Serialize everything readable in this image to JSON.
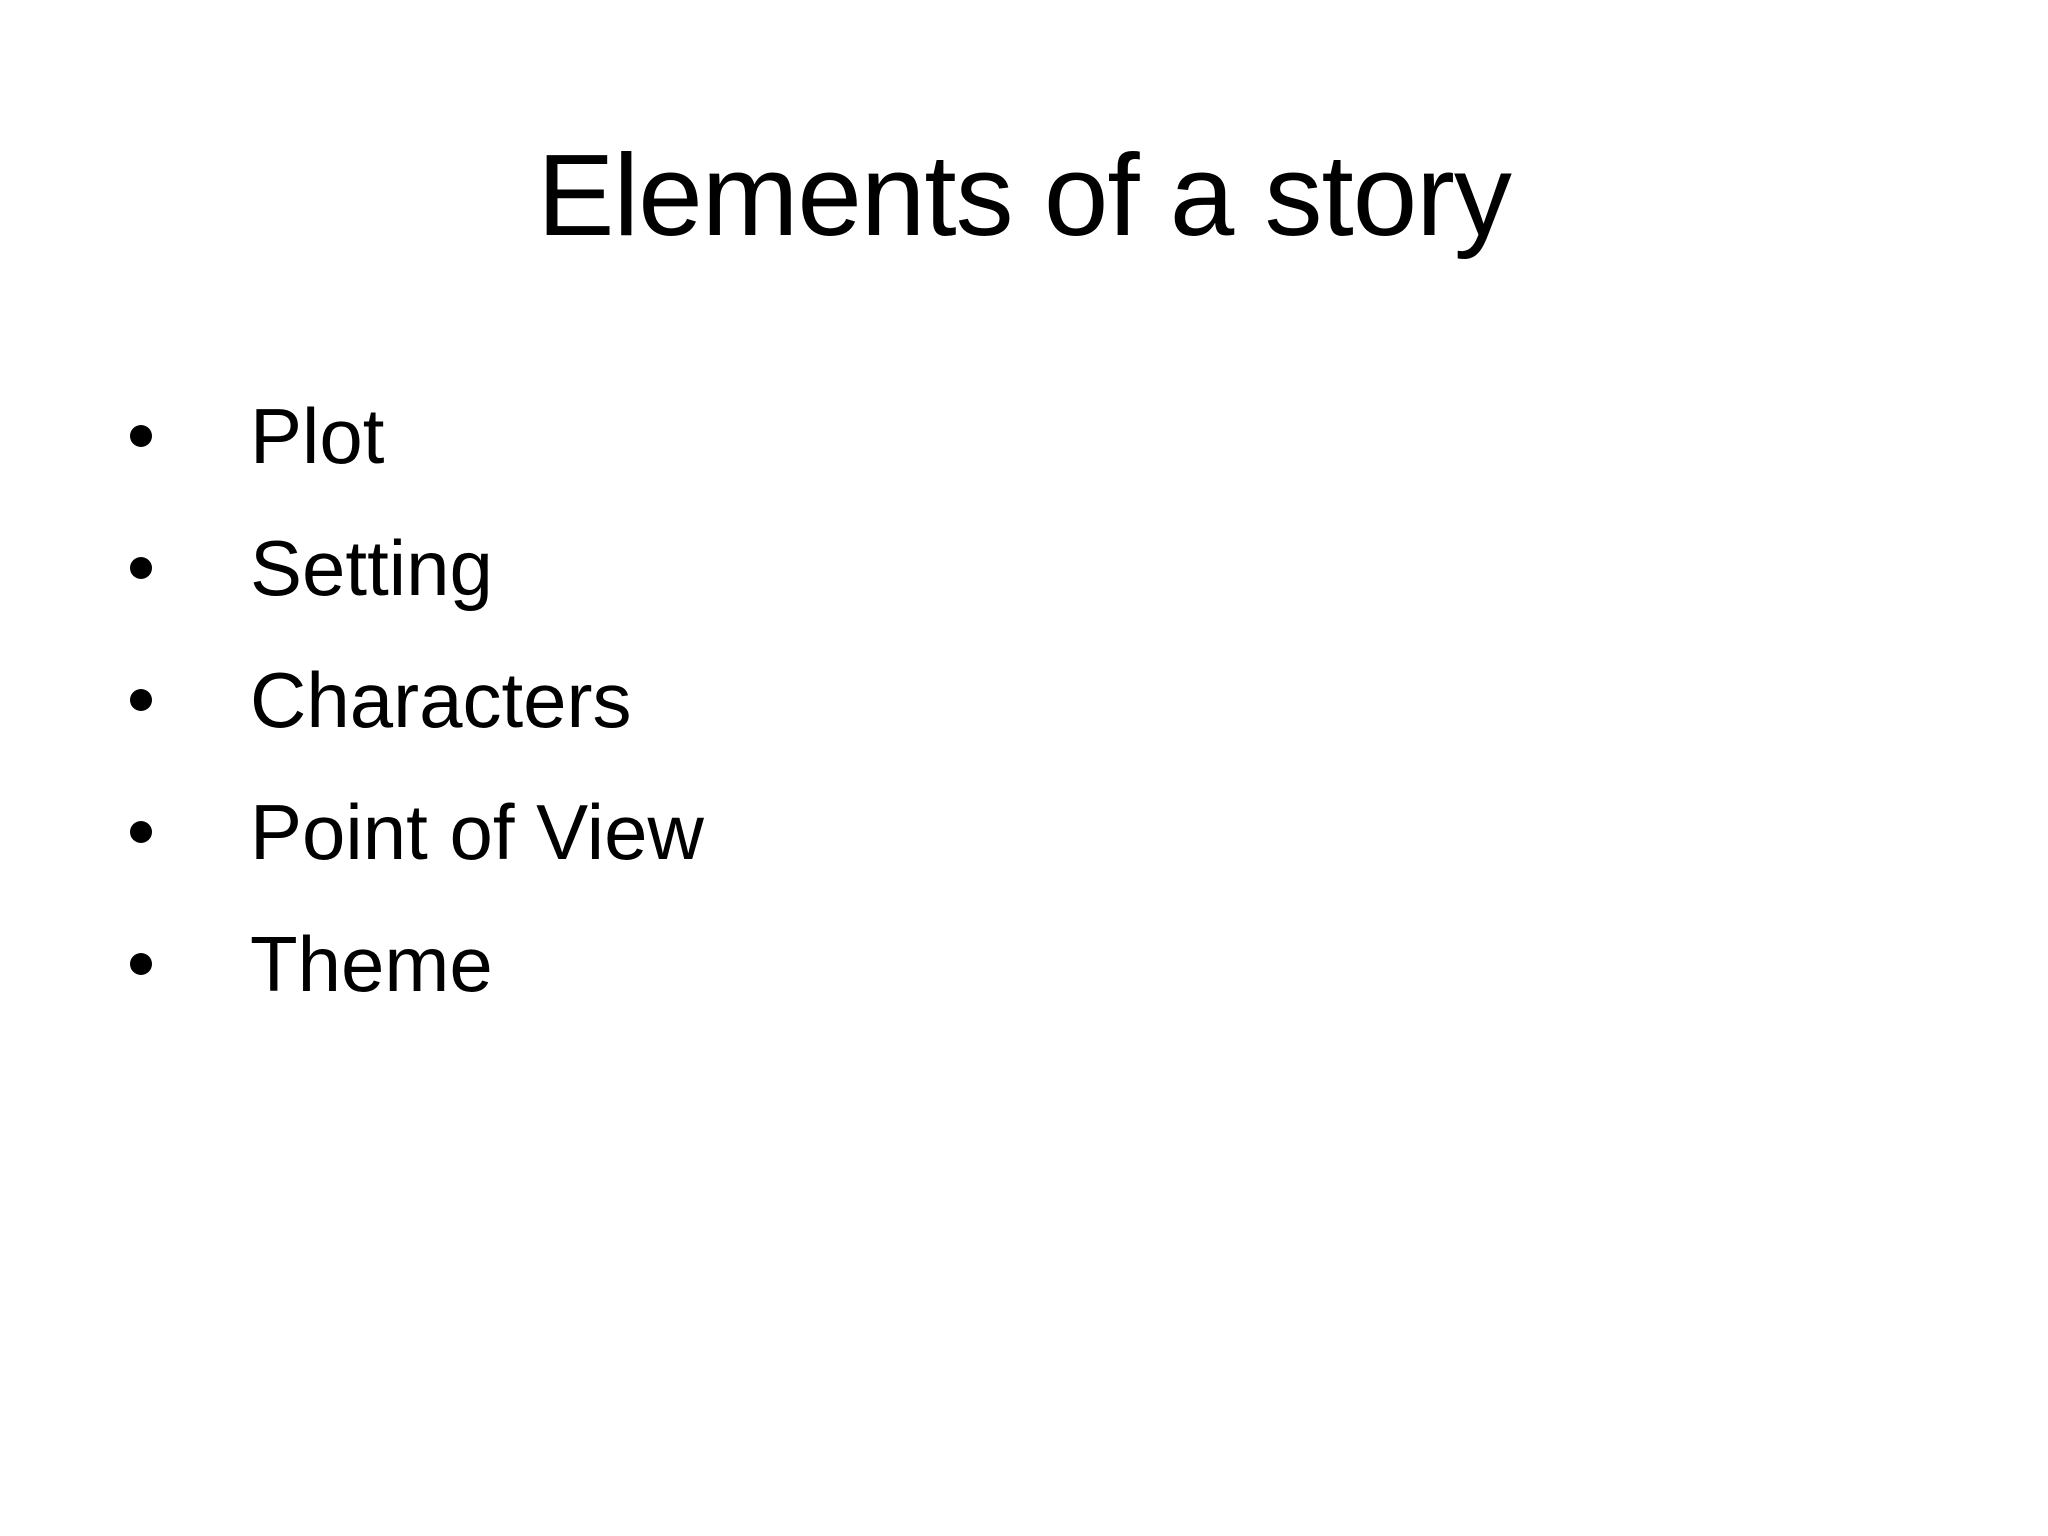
{
  "slide": {
    "title": "Elements of a story",
    "bullets": [
      {
        "label": "Plot"
      },
      {
        "label": "Setting"
      },
      {
        "label": "Characters"
      },
      {
        "label": "Point of View"
      },
      {
        "label": "Theme"
      }
    ]
  },
  "colors": {
    "background": "#ffffff",
    "text": "#000000"
  }
}
